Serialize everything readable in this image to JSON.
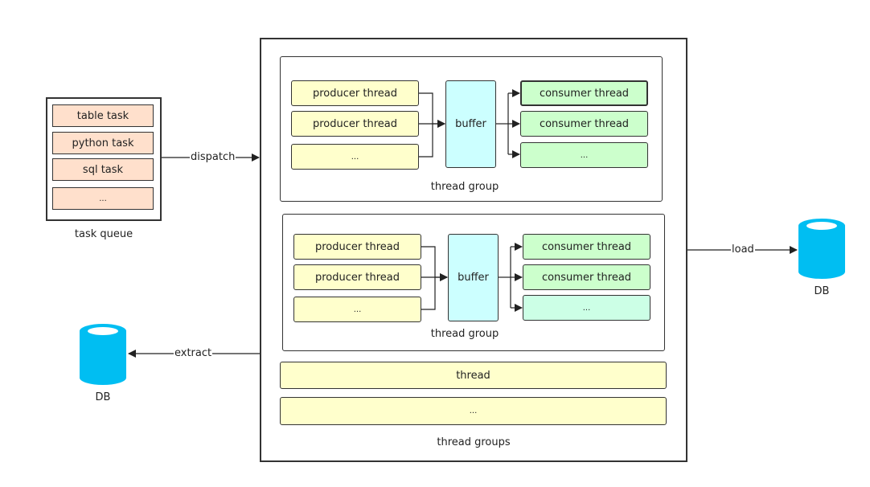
{
  "task_queue": {
    "label": "task queue",
    "tasks": [
      "table task",
      "python task",
      "sql task",
      "..."
    ]
  },
  "edges": {
    "dispatch": "dispatch",
    "extract": "extract",
    "load": "load"
  },
  "thread_groups": {
    "label": "thread groups",
    "groups": [
      {
        "label": "thread group",
        "producers": [
          "producer thread",
          "producer thread",
          "..."
        ],
        "buffer": "buffer",
        "consumers": [
          "consumer thread",
          "consumer thread",
          "..."
        ]
      },
      {
        "label": "thread group",
        "producers": [
          "producer thread",
          "producer thread",
          "..."
        ],
        "buffer": "buffer",
        "consumers": [
          "consumer thread",
          "consumer thread",
          "..."
        ]
      }
    ],
    "threads": [
      "thread",
      "..."
    ]
  },
  "databases": {
    "source": "DB",
    "target": "DB"
  },
  "colors": {
    "task": "#ffe0cc",
    "producer": "#ffffcc",
    "consumer": "#ccffcc",
    "buffer": "#ccffff",
    "database": "#00bef2"
  }
}
